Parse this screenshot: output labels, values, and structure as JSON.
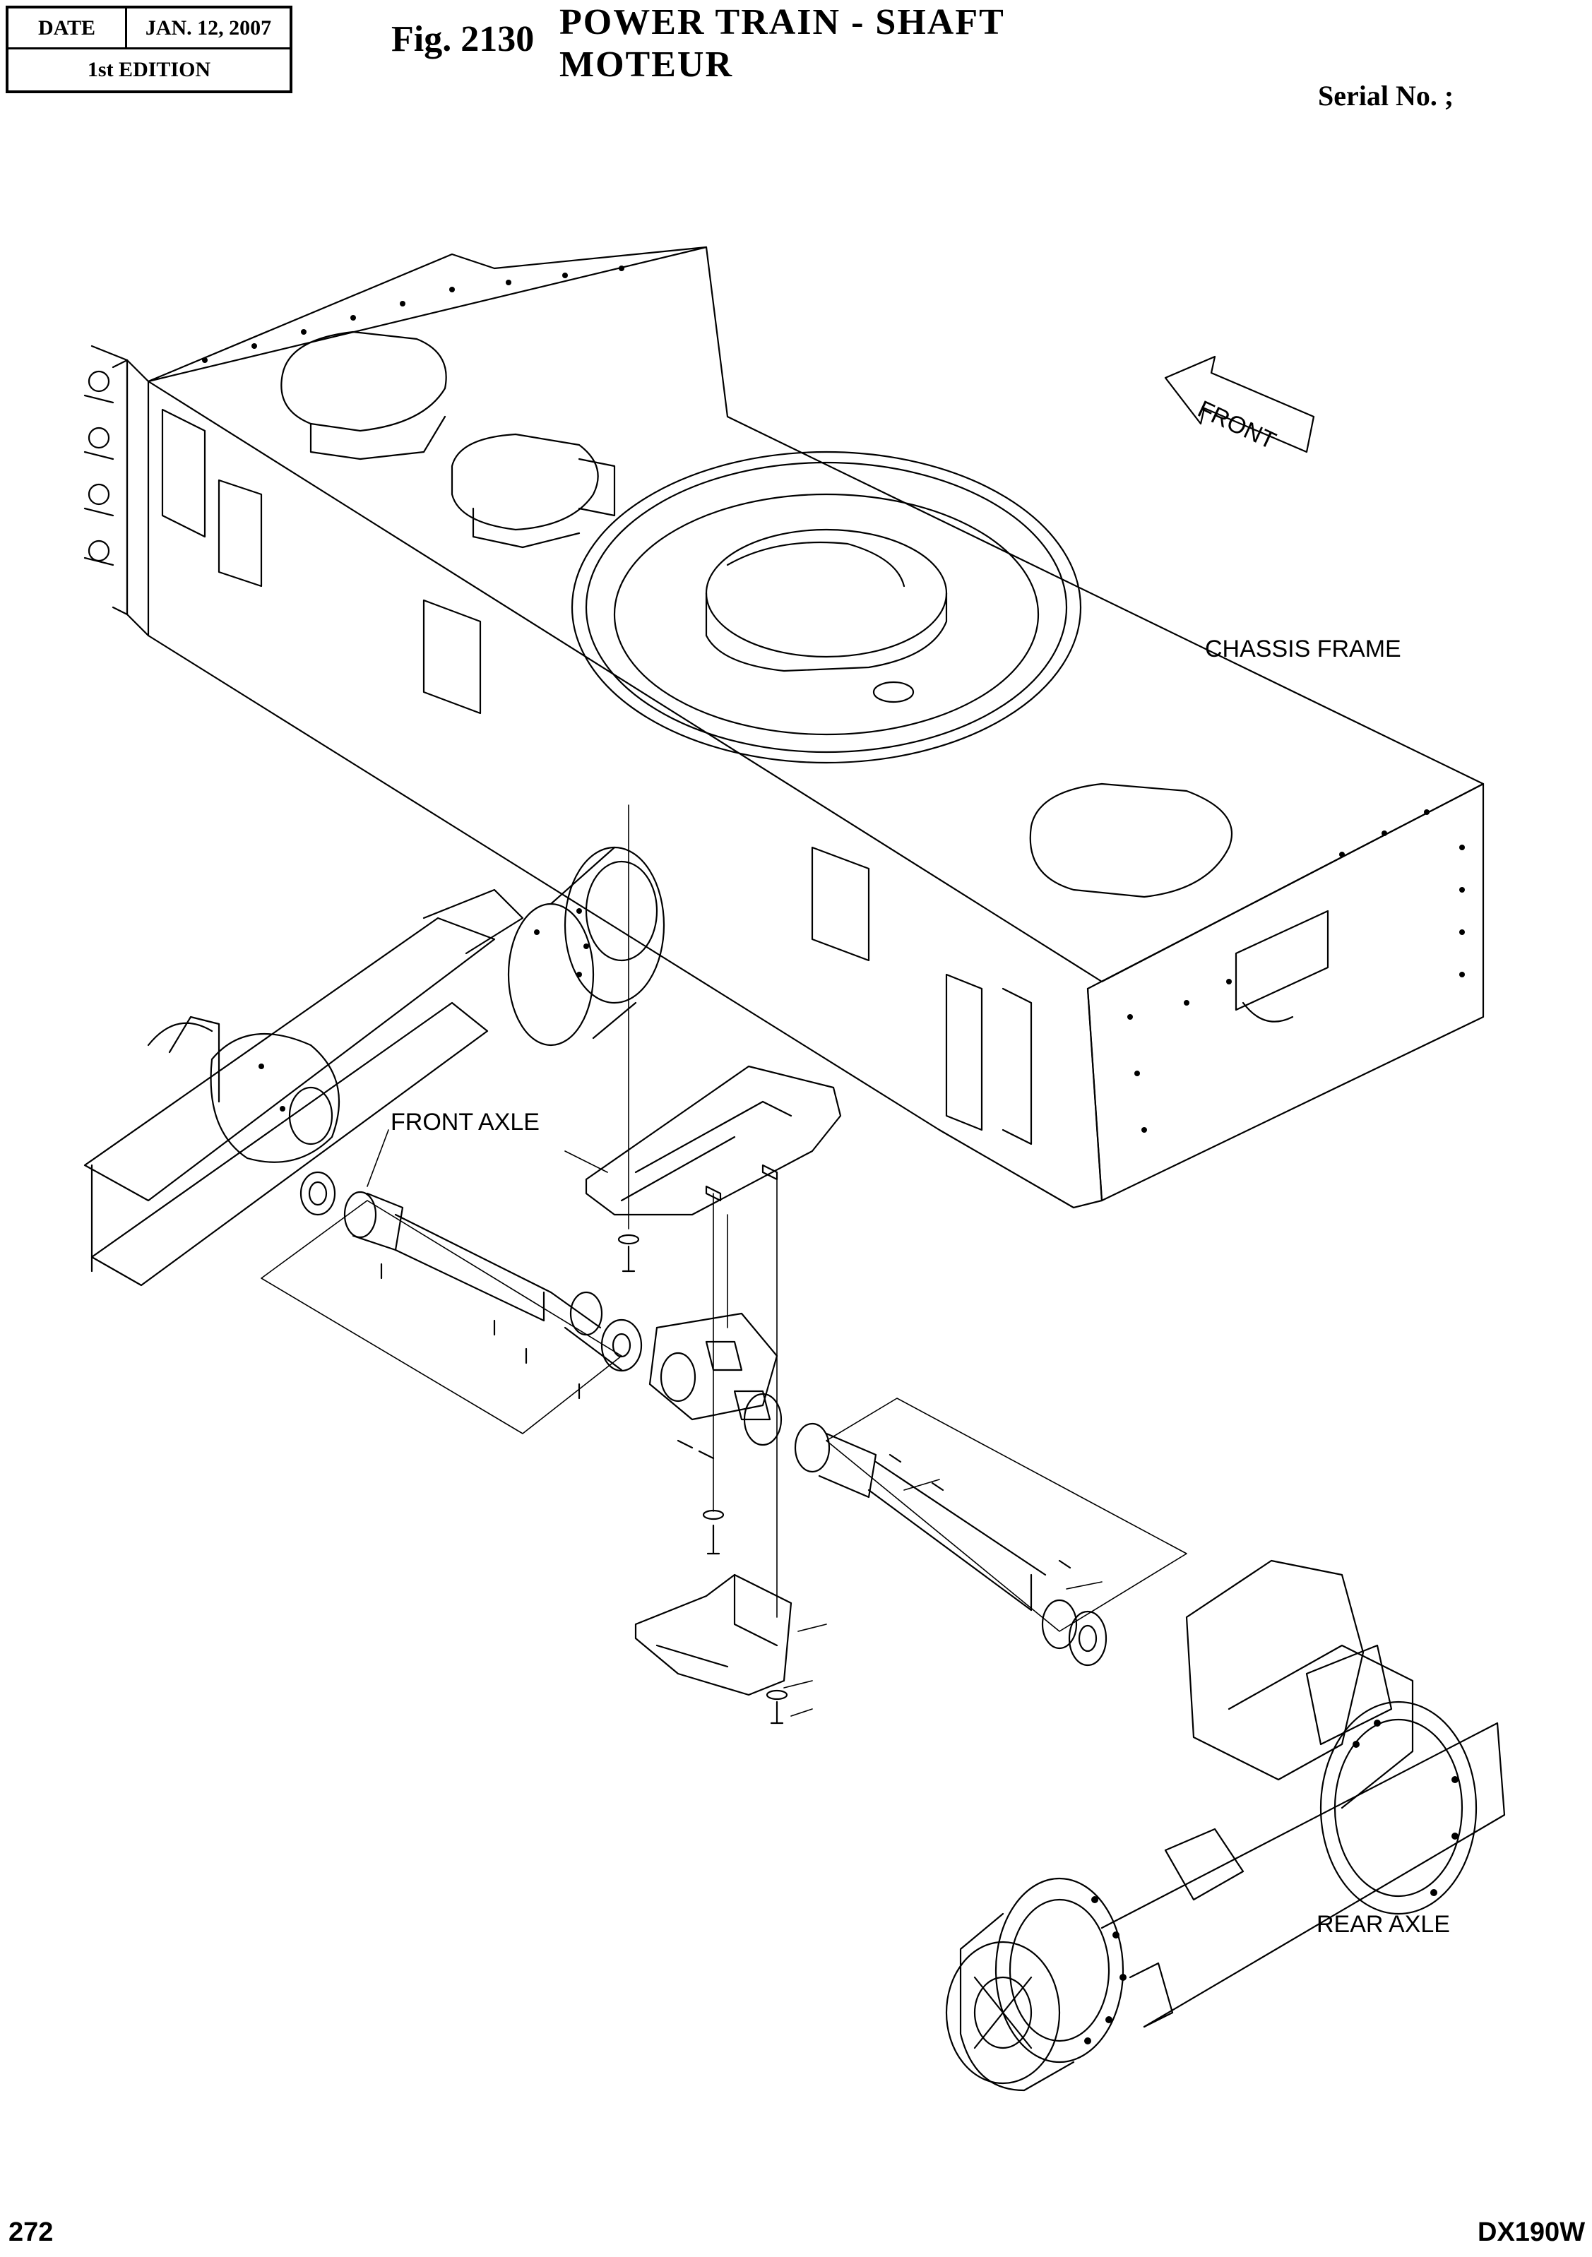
{
  "header": {
    "date_label": "DATE",
    "date_value": "JAN. 12, 2007",
    "edition": "1st EDITION",
    "figure_number": "Fig. 2130",
    "title_line1": "POWER TRAIN - SHAFT",
    "title_line2": "MOTEUR",
    "serial": "Serial No. ;"
  },
  "diagram": {
    "direction_arrow": "FRONT",
    "labels": {
      "chassis_frame": "CHASSIS FRAME",
      "front_axle": "FRONT AXLE",
      "rear_axle": "REAR AXLE"
    }
  },
  "footer": {
    "page_number": "272",
    "model": "DX190W"
  }
}
